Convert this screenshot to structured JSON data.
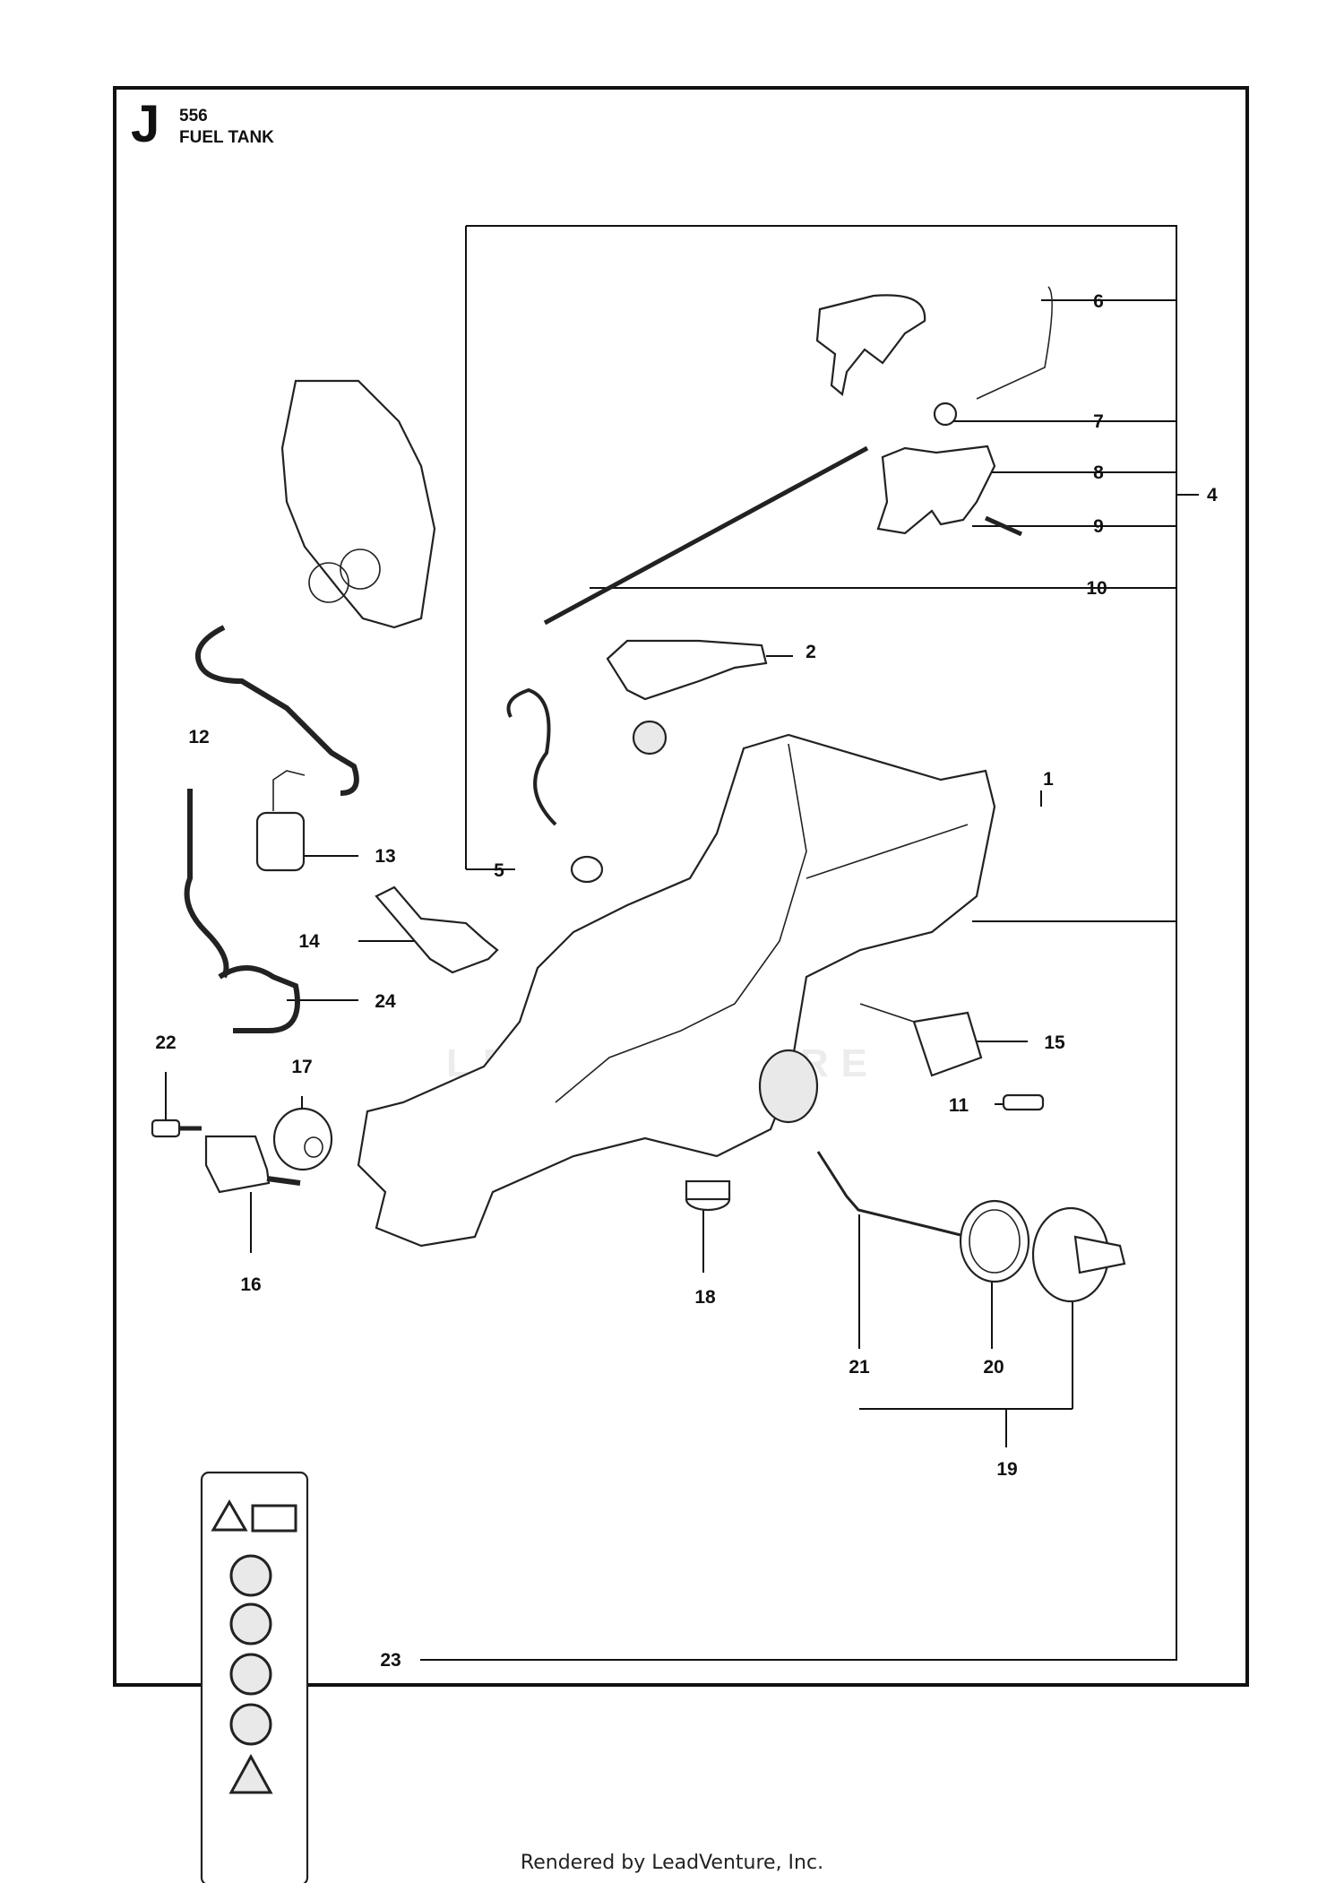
{
  "header": {
    "section_letter": "J",
    "model": "556",
    "title": "FUEL TANK"
  },
  "callouts": [
    "1",
    "2",
    "4",
    "5",
    "6",
    "7",
    "8",
    "9",
    "10",
    "11",
    "12",
    "13",
    "14",
    "15",
    "16",
    "17",
    "18",
    "19",
    "20",
    "21",
    "22",
    "23",
    "24"
  ],
  "watermark": "LEADVENTURE",
  "footer": "Rendered by LeadVenture, Inc."
}
